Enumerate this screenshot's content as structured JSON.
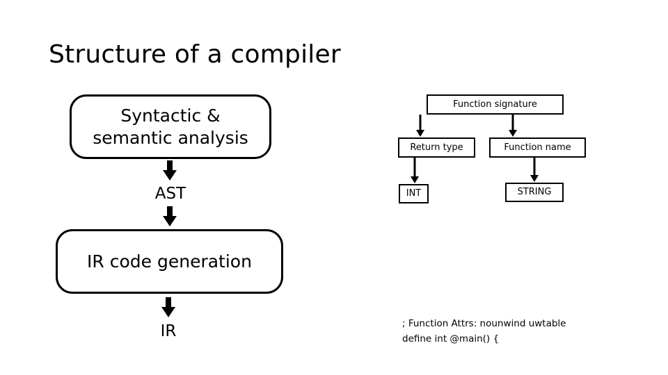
{
  "slide": {
    "title": "Structure of a compiler",
    "background_color": "#ffffff",
    "line_color": "#000000"
  },
  "pipeline": {
    "stage_1": {
      "label": "Syntactic &\nsemantic analysis",
      "shape": "rounded-rectangle"
    },
    "artifact_1": {
      "label": "AST"
    },
    "stage_2": {
      "label": "IR code generation",
      "shape": "rounded-rectangle"
    },
    "artifact_2": {
      "label": "IR"
    },
    "arrows": [
      {
        "name": "syntactic-to-ast",
        "direction": "down",
        "style": "block"
      },
      {
        "name": "ast-to-ir-code-generation",
        "direction": "down",
        "style": "block"
      },
      {
        "name": "ir-code-generation-to-ir",
        "direction": "down",
        "style": "block"
      }
    ]
  },
  "ast_tree": {
    "root": {
      "label": "Function signature"
    },
    "children": [
      {
        "label": "Return type"
      },
      {
        "label": "Function name"
      }
    ],
    "leaves": [
      {
        "label": "INT"
      },
      {
        "label": "STRING"
      }
    ],
    "arrows": [
      {
        "name": "signature-to-return-type",
        "direction": "down",
        "style": "thin"
      },
      {
        "name": "signature-to-function-name",
        "direction": "down",
        "style": "thin"
      },
      {
        "name": "return-type-to-int",
        "direction": "down",
        "style": "thin"
      },
      {
        "name": "function-name-to-string",
        "direction": "down",
        "style": "thin"
      }
    ]
  },
  "ir_code": {
    "lines": [
      "; Function Attrs: nounwind uwtable",
      "define int @main() {"
    ]
  }
}
